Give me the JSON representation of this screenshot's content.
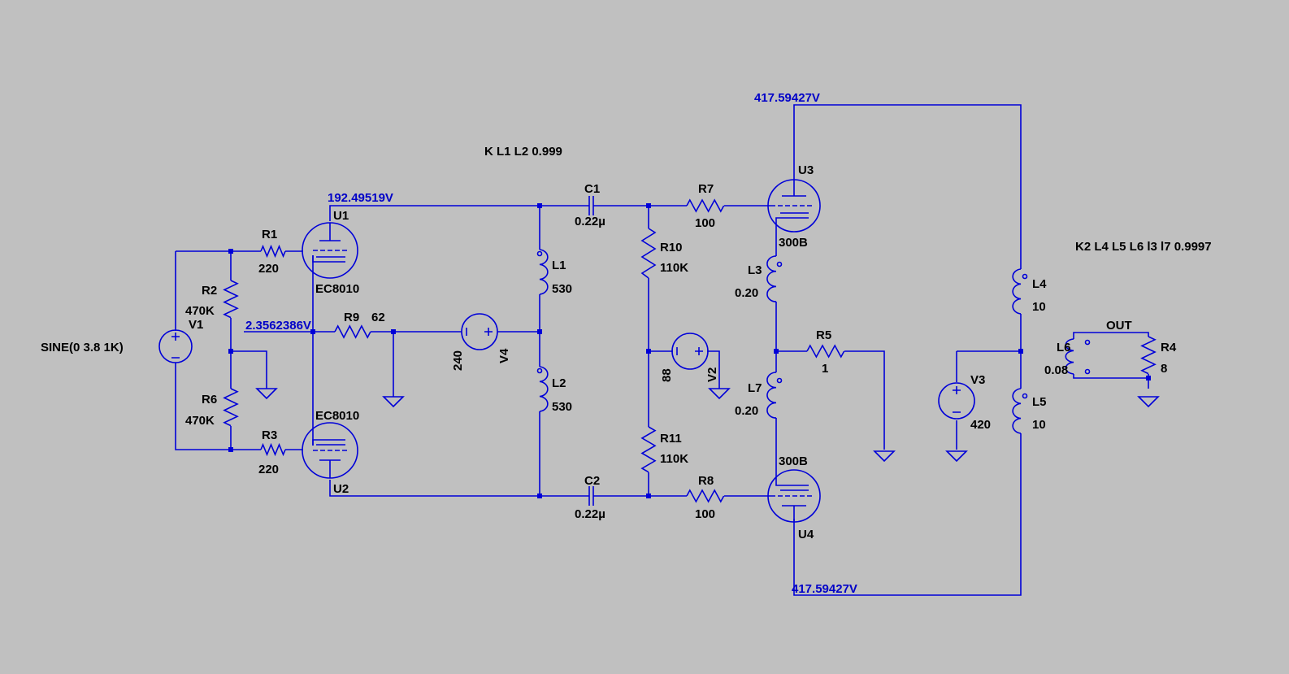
{
  "colors": {
    "background": "#c0c0c0",
    "wire": "#0000d8",
    "text": "#000000",
    "voltage_label": "#0000c8"
  },
  "directives": {
    "k1": "K L1 L2 0.999",
    "k2": "K2 L4 L5 L6 l3 l7 0.9997"
  },
  "net_labels": {
    "top_supply": "417.59427V",
    "bottom_supply": "417.59427V",
    "plate_u1": "192.49519V",
    "cathode_u1": "2.3562386V",
    "out": "OUT"
  },
  "components": {
    "U1": {
      "name": "U1",
      "model": "EC8010"
    },
    "U2": {
      "name": "U2",
      "model": "EC8010"
    },
    "U3": {
      "name": "U3",
      "model": "300B"
    },
    "U4": {
      "name": "U4",
      "model": "300B"
    },
    "R1": {
      "name": "R1",
      "value": "220"
    },
    "R2": {
      "name": "R2",
      "value": "470K"
    },
    "R3": {
      "name": "R3",
      "value": "220"
    },
    "R4": {
      "name": "R4",
      "value": "8"
    },
    "R5": {
      "name": "R5",
      "value": "1"
    },
    "R6": {
      "name": "R6",
      "value": "470K"
    },
    "R7": {
      "name": "R7",
      "value": "100"
    },
    "R8": {
      "name": "R8",
      "value": "100"
    },
    "R9": {
      "name": "R9",
      "value": "62"
    },
    "R10": {
      "name": "R10",
      "value": "110K"
    },
    "R11": {
      "name": "R11",
      "value": "110K"
    },
    "C1": {
      "name": "C1",
      "value": "0.22µ"
    },
    "C2": {
      "name": "C2",
      "value": "0.22µ"
    },
    "L1": {
      "name": "L1",
      "value": "530"
    },
    "L2": {
      "name": "L2",
      "value": "530"
    },
    "L3": {
      "name": "L3",
      "value": "0.20"
    },
    "L4": {
      "name": "L4",
      "value": "10"
    },
    "L5": {
      "name": "L5",
      "value": "10"
    },
    "L6": {
      "name": "L6",
      "value": "0.08"
    },
    "L7": {
      "name": "L7",
      "value": "0.20"
    },
    "V1": {
      "name": "V1",
      "value": "SINE(0 3.8 1K)"
    },
    "V2": {
      "name": "V2",
      "value": "88"
    },
    "V3": {
      "name": "V3",
      "value": "420"
    },
    "V4": {
      "name": "V4",
      "value": "240"
    }
  }
}
